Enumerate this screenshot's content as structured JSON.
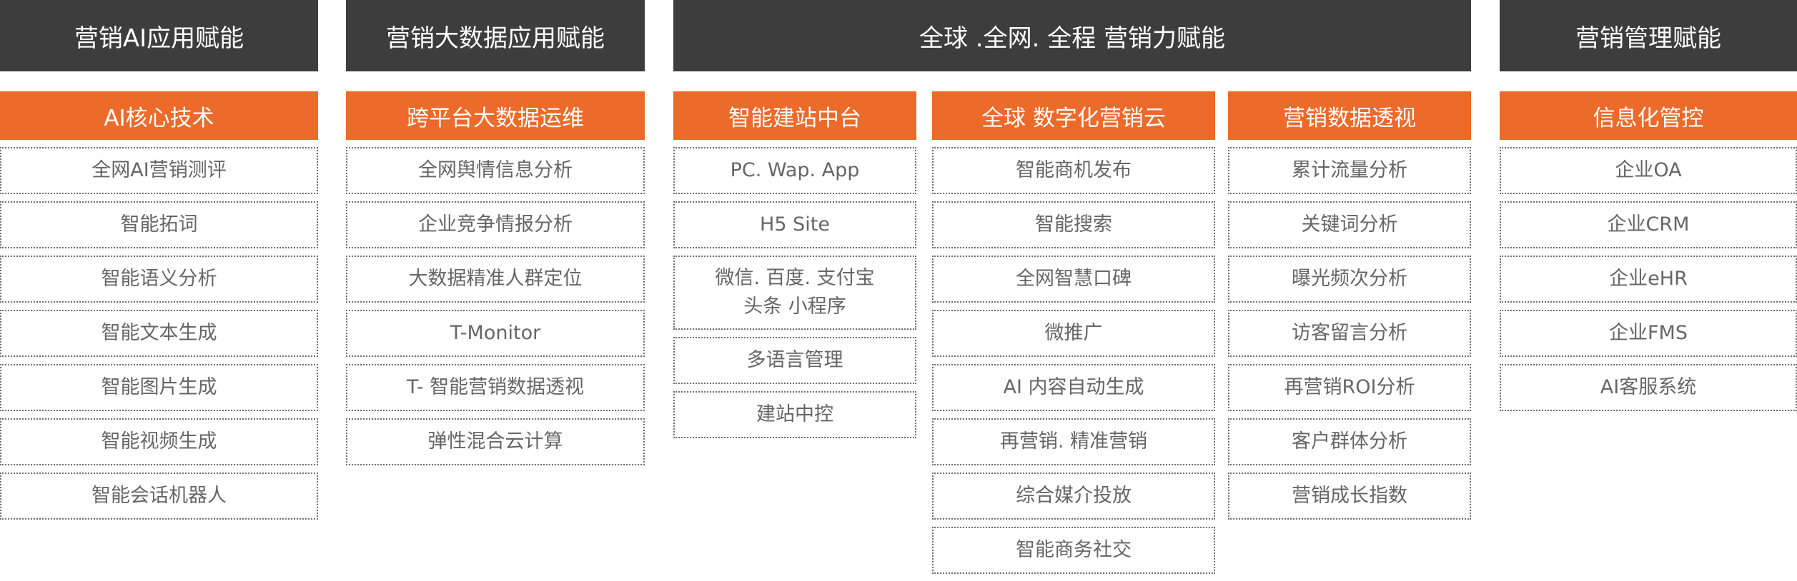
{
  "headers": [
    {
      "label": "营销AI应用赋能"
    },
    {
      "label": "营销大数据应用赋能"
    },
    {
      "label": "全球 .全网. 全程 营销力赋能"
    },
    {
      "label": "营销管理赋能"
    }
  ],
  "columns": [
    {
      "title": "AI核心技术",
      "items": [
        "全网AI营销测评",
        "智能拓词",
        "智能语义分析",
        "智能文本生成",
        "智能图片生成",
        "智能视频生成",
        "智能会话机器人"
      ]
    },
    {
      "title": "跨平台大数据运维",
      "items": [
        "全网舆情信息分析",
        "企业竞争情报分析",
        "大数据精准人群定位",
        "T-Monitor",
        "T- 智能营销数据透视",
        "弹性混合云计算"
      ]
    },
    {
      "title": "智能建站中台",
      "items": [
        "PC. Wap. App",
        "H5 Site",
        "微信. 百度. 支付宝",
        "头条 小程序",
        "多语言管理",
        "建站中控"
      ]
    },
    {
      "title": "全球 数字化营销云",
      "items": [
        "智能商机发布",
        "智能搜索",
        "全网智慧口碑",
        "微推广",
        "AI 内容自动生成",
        "再营销. 精准营销",
        "综合媒介投放",
        "智能商务社交"
      ]
    },
    {
      "title": "营销数据透视",
      "items": [
        "累计流量分析",
        "关键词分析",
        "曝光频次分析",
        "访客留言分析",
        "再营销ROI分析",
        "客户群体分析",
        "营销成长指数"
      ]
    },
    {
      "title": "信息化管控",
      "items": [
        "企业OA",
        "企业CRM",
        "企业eHR",
        "企业FMS",
        "AI客服系统"
      ]
    }
  ],
  "colors": {
    "header_bg": "#3d3d3d",
    "accent": "#ec6a2a",
    "item_text": "#666666",
    "border": "#6e6e6e"
  }
}
